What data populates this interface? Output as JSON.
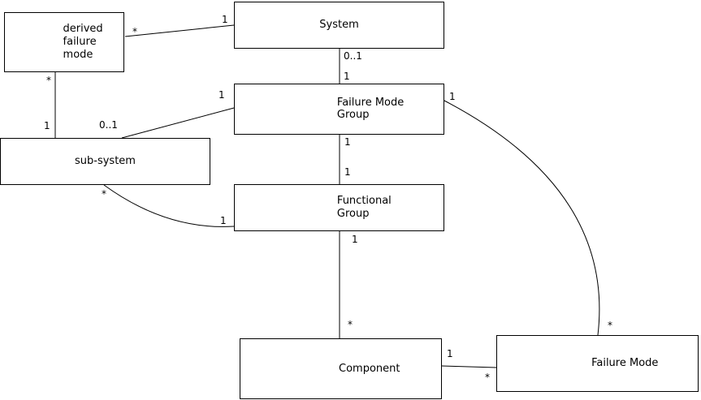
{
  "nodes": {
    "derived_failure_mode": "derived\nfailure\nmode",
    "system": "System",
    "failure_mode_group": "Failure Mode\nGroup",
    "sub_system": "sub-system",
    "functional_group": "Functional\nGroup",
    "component": "Component",
    "failure_mode": "Failure Mode"
  },
  "multiplicities": {
    "dfm_system": {
      "dfm_end": "*",
      "system_end": "1"
    },
    "system_fmg": {
      "system_end": "0..1",
      "fmg_end": "1"
    },
    "dfm_subsystem": {
      "dfm_end": "*",
      "subsystem_end": "1"
    },
    "subsystem_fmg": {
      "subsystem_end": "0..1",
      "fmg_end": "1"
    },
    "fmg_functional_group": {
      "fmg_end": "1",
      "fg_end": "1"
    },
    "subsystem_functional_group": {
      "subsystem_end": "*",
      "fg_end": "1"
    },
    "functional_group_component": {
      "fg_end": "1",
      "component_end": "*"
    },
    "component_failure_mode": {
      "component_end": "1",
      "fm_end": "*"
    },
    "fmg_failure_mode": {
      "fmg_end": "1",
      "fm_end": "*"
    }
  },
  "colors": {
    "line": "#000000",
    "box_border": "#000000",
    "background": "#ffffff"
  }
}
